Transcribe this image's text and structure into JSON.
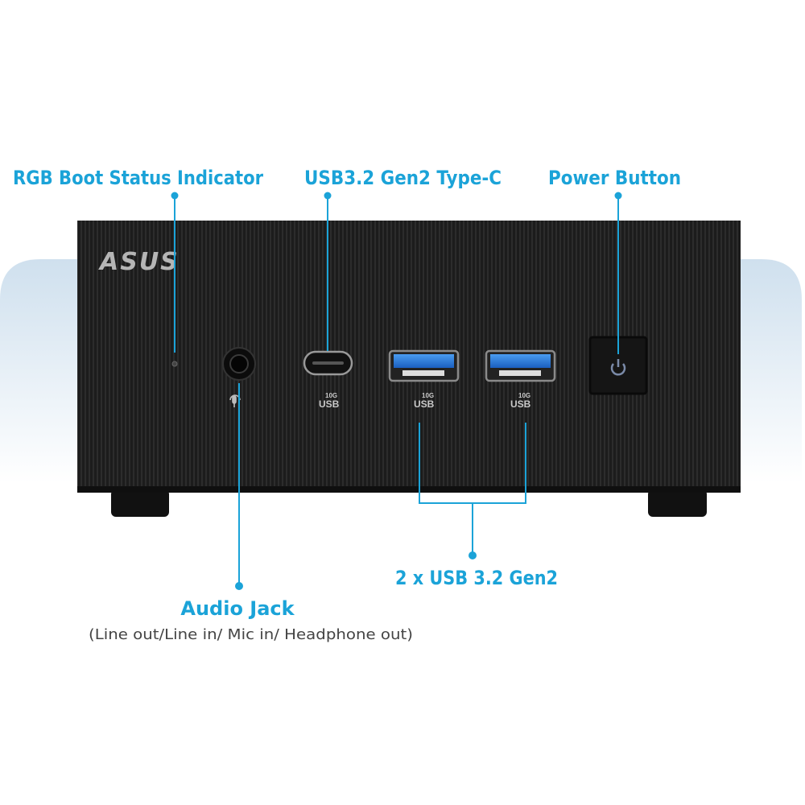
{
  "labels": {
    "rgb_indicator": "RGB Boot Status Indicator",
    "usb_c": "USB3.2 Gen2 Type-C",
    "power_button": "Power Button",
    "audio_jack": "Audio Jack",
    "audio_jack_sub": "(Line out/Line in/ Mic in/ Headphone out)",
    "usb_a_pair": "2 x USB 3.2 Gen2"
  },
  "device": {
    "logo": "ASUS",
    "port_marks": [
      {
        "speed": "10G",
        "type": "USB"
      },
      {
        "speed": "10G",
        "type": "USB"
      },
      {
        "speed": "10G",
        "type": "USB"
      }
    ]
  },
  "colors": {
    "accent": "#1ba3d8",
    "device": "#1e1e1e",
    "usb_blue": "#1f6fd0"
  }
}
